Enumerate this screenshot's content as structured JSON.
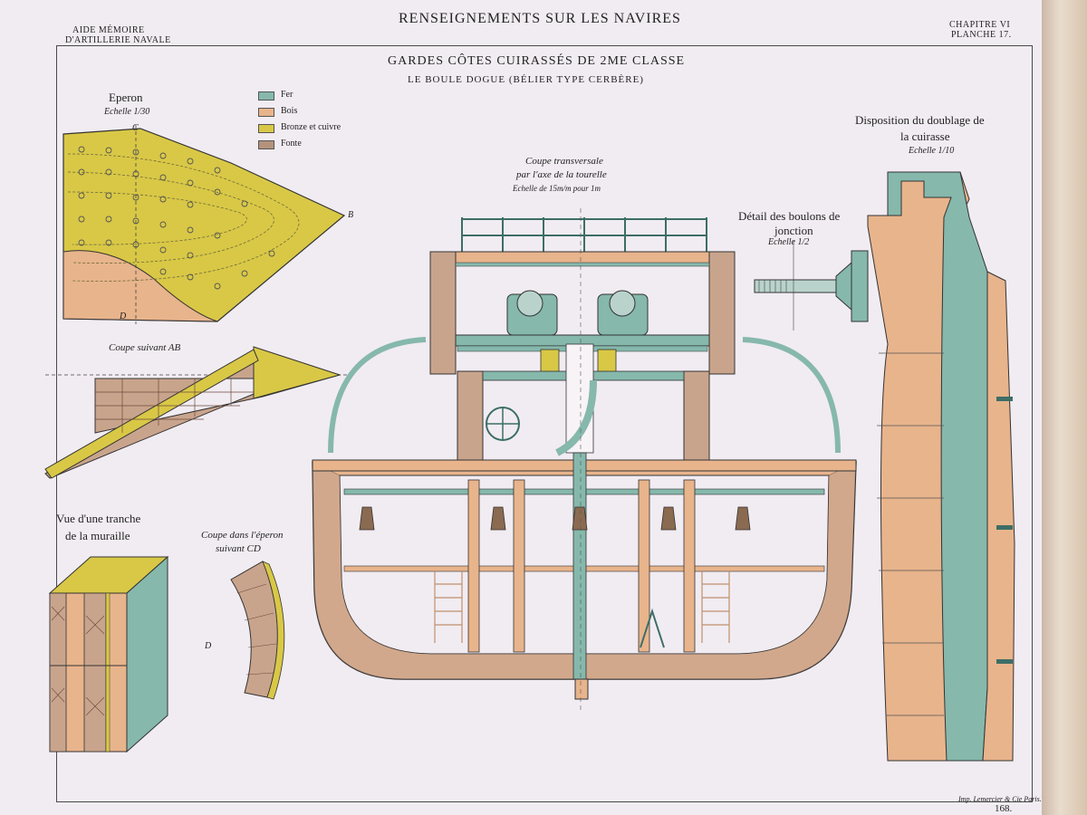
{
  "header": {
    "left_line1": "AIDE MÉMOIRE",
    "left_line2": "D'ARTILLERIE NAVALE",
    "center": "RENSEIGNEMENTS SUR LES NAVIRES",
    "right_line1": "CHAPITRE VI",
    "right_line2": "PLANCHE 17."
  },
  "title": {
    "line1": "GARDES CÔTES CUIRASSÉS DE 2ME CLASSE",
    "line2": "LE BOULE DOGUE (BÉLIER TYPE CERBÈRE)"
  },
  "legend": [
    {
      "label": "Fer",
      "color": "#86b8ac"
    },
    {
      "label": "Bois",
      "color": "#e8b48c"
    },
    {
      "label": "Bronze et cuivre",
      "color": "#d9c846"
    },
    {
      "label": "Fonte",
      "color": "#b4927c"
    }
  ],
  "eperon": {
    "title": "Eperon",
    "scale": "Echelle 1/30",
    "point_b": "B",
    "point_c": "C",
    "point_d": "D"
  },
  "coupe_ab": {
    "title": "Coupe suivant AB"
  },
  "tranche": {
    "title_line1": "Vue d'une tranche",
    "title_line2": "de la muraille"
  },
  "coupe_cd": {
    "title_line1": "Coupe dans l'éperon",
    "title_line2": "suivant CD",
    "point_d": "D"
  },
  "coupe_transversale": {
    "line1": "Coupe transversale",
    "line2": "par l'axe de la tourelle",
    "line3": "Echelle de 15m/m pour 1m"
  },
  "boulons": {
    "line1": "Détail des boulons de",
    "line2": "jonction",
    "scale": "Echelle 1/2"
  },
  "doublage": {
    "line1": "Disposition du doublage de",
    "line2": "la cuirasse",
    "scale": "Echelle 1/10"
  },
  "footer": {
    "printer": "Imp. Lemercier & Cie Paris.",
    "page_number": "168."
  },
  "colors": {
    "iron": "#86b8ac",
    "wood": "#e8b48c",
    "bronze": "#d9c846",
    "cast_iron": "#b4927c",
    "paper": "#f1ecf2"
  }
}
